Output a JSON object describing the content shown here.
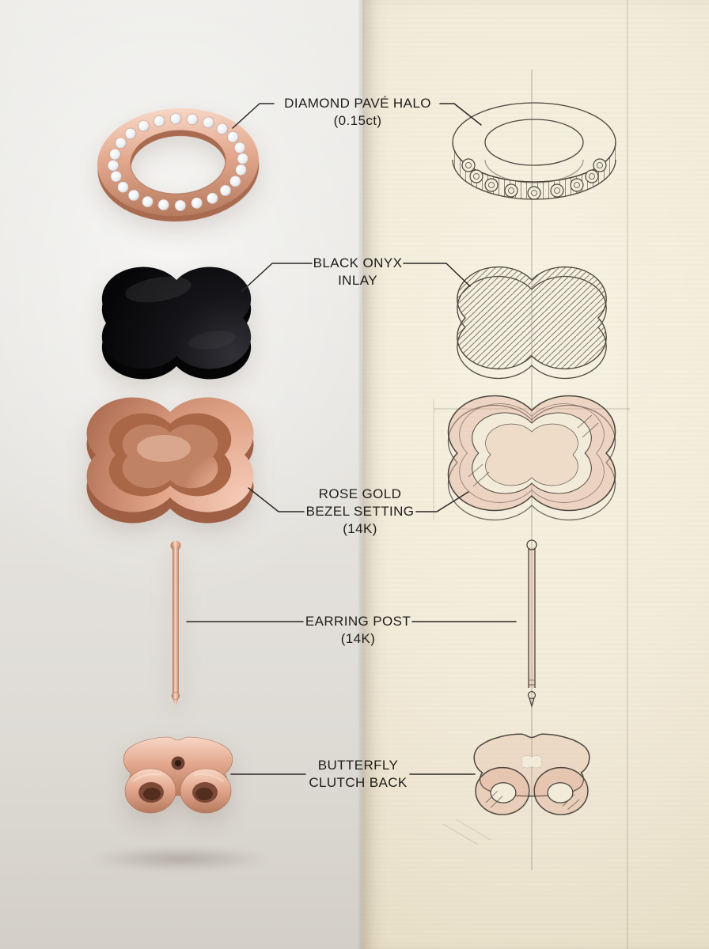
{
  "labels": {
    "halo": {
      "line1": "DIAMOND PAVÉ HALO",
      "line2": "(0.15ct)"
    },
    "onyx": {
      "line1": "BLACK ONYX",
      "line2": "INLAY"
    },
    "bezel": {
      "line1": "ROSE GOLD",
      "line2": "BEZEL SETTING",
      "line3": "(14K)"
    },
    "post": {
      "line1": "EARRING POST",
      "line2": "(14K)"
    },
    "clutch": {
      "line1": "BUTTERFLY",
      "line2": "CLUTCH BACK"
    }
  },
  "components": [
    "diamond-pave-halo",
    "black-onyx-inlay",
    "rose-gold-bezel-setting",
    "earring-post",
    "butterfly-clutch-back"
  ],
  "palette": {
    "rose_gold": "#e3a88e",
    "rose_gold_dark": "#b67a5e",
    "onyx_black": "#0e0e10",
    "diamond": "#eceef2",
    "paper": "#f2ebd9",
    "studio_bg": "#e7e5e1",
    "ink": "#1e1d1b",
    "sketch_line": "#4c463e"
  }
}
